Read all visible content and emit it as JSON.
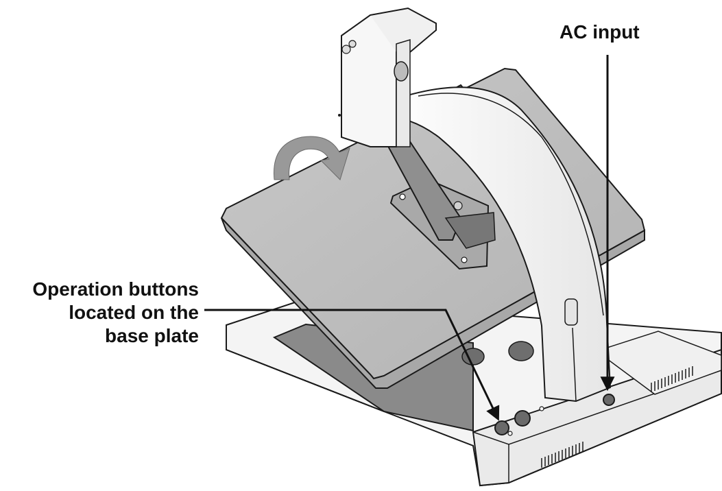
{
  "callouts": {
    "ac_input": "AC input",
    "operation_buttons": [
      "Operation buttons",
      "located on the",
      "base plate"
    ]
  },
  "colors": {
    "outline": "#1a1a1a",
    "base_fill": "#f4f4f4",
    "screen_fill": "#bdbdbd",
    "well_fill": "#8a8a8a",
    "arm_fill": "#f7f7f7",
    "hinge_fill": "#9a9a9a",
    "arrow_fill": "#999999"
  }
}
